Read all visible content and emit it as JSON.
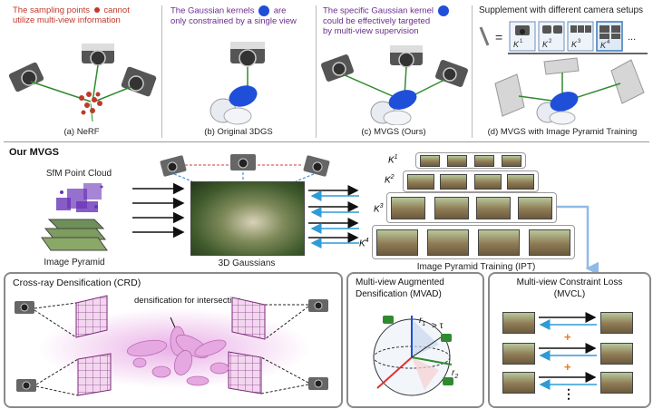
{
  "top": {
    "panel_a": {
      "note_line1": "The sampling points",
      "note_line1b": "cannot",
      "note_line2": "utilize multi-view information",
      "caption": "(a) NeRF"
    },
    "panel_b": {
      "note_line1": "The Gaussian kernels",
      "note_line1b": "are",
      "note_line2": "only constrained by a single view",
      "caption": "(b) Original 3DGS"
    },
    "panel_c": {
      "note_line1": "The specific Gaussian kernel",
      "note_line2": "could be effectively targeted",
      "note_line3": "by multi-view supervision",
      "caption": "(c) MVGS (Ours)"
    },
    "panel_d": {
      "note": "Supplement with different camera setups",
      "equals": "=",
      "k_labels": [
        "K",
        "K",
        "K",
        "K"
      ],
      "k_sups": [
        "1",
        "2",
        "3",
        "4"
      ],
      "ellipsis": "...",
      "caption": "(d) MVGS with Image Pyramid Training"
    }
  },
  "bottom": {
    "section_title": "Our MVGS",
    "sfm_label": "SfM Point Cloud",
    "pyramid_label": "Image Pyramid",
    "gaussians_label": "3D Gaussians",
    "ipt_label": "Image Pyramid Training  (IPT)",
    "ipt_k": [
      "K",
      "K",
      "K",
      "K"
    ],
    "ipt_k_sups": [
      "1",
      "2",
      "3",
      "4"
    ],
    "crd": {
      "title": "Cross-ray  Densification (CRD)",
      "annotation": "densification for intersection"
    },
    "mvad": {
      "title_line1": "Multi-view Augmented",
      "title_line2": "Densification  (MVAD)",
      "r1": "r",
      "r1_sub": "1",
      "gt": "> τ",
      "r2": "r",
      "r2_sub": "2"
    },
    "mvcl": {
      "title_line1": "Multi-view Constraint Loss",
      "title_line2": "(MVCL)",
      "plus": "+",
      "vdots": "⋮"
    }
  },
  "colors": {
    "red_note": "#c0392b",
    "purple_note": "#6b2d8f",
    "gaussian_blue": "#1f4fd8",
    "link_blue": "#8fbbe6",
    "arrow_blue": "#2f9bd6",
    "ellipsoid_pink": "#e6a8e0"
  }
}
